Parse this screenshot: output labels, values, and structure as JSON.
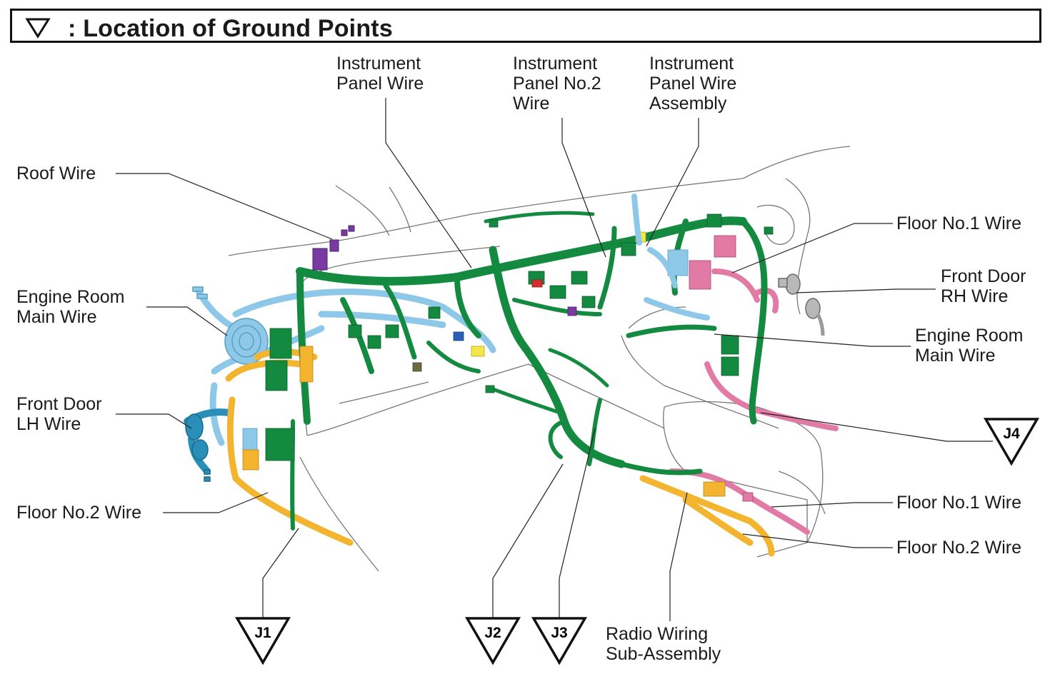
{
  "title": {
    "text": "Location of Ground Points",
    "separator": ":"
  },
  "labels": {
    "instrument_panel_wire": "Instrument\nPanel Wire",
    "instrument_panel_no2_wire": "Instrument\nPanel No.2\nWire",
    "instrument_panel_wire_assembly": "Instrument\nPanel Wire\nAssembly",
    "roof_wire": "Roof Wire",
    "engine_room_main_wire_left": "Engine Room\nMain Wire",
    "front_door_lh_wire": "Front Door\nLH Wire",
    "floor_no2_wire_left": "Floor No.2 Wire",
    "floor_no1_wire_top": "Floor No.1 Wire",
    "front_door_rh_wire": "Front Door\nRH Wire",
    "engine_room_main_wire_right": "Engine Room\nMain Wire",
    "floor_no1_wire_bottom": "Floor No.1 Wire",
    "floor_no2_wire_right": "Floor No.2 Wire",
    "radio_wiring_sub_assembly": "Radio Wiring\nSub-Assembly"
  },
  "ground_points": [
    "J1",
    "J2",
    "J3",
    "J4"
  ],
  "colors": {
    "harness_green": "#138a3f",
    "harness_light_blue": "#8ec8e8",
    "harness_teal": "#2a8fb8",
    "harness_orange": "#f3b530",
    "harness_pink": "#e27aa6",
    "outline": "#555555"
  },
  "icons": {
    "title_symbol": "ground-triangle-icon",
    "ground_marker": "ground-triangle-icon"
  }
}
